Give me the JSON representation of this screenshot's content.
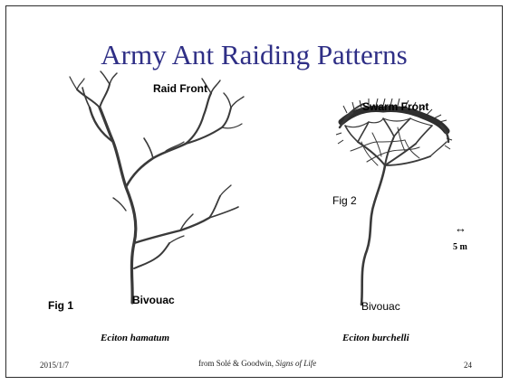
{
  "slide": {
    "title": "Army Ant Raiding Patterns",
    "fig1": {
      "front_label": "Raid Front",
      "fig_label": "Fig 1",
      "base_label": "Bivouac",
      "species": "Eciton hamatum"
    },
    "fig2": {
      "front_label": "Swarm Front",
      "fig_label": "Fig 2",
      "base_label": "Bivouac",
      "species": "Eciton burchelli"
    },
    "scale": {
      "arrow": "↔",
      "value": "5 m"
    },
    "footer": {
      "date": "2015/1/7",
      "source_prefix": "from Solé & Goodwin, ",
      "source_title": "Signs of Life",
      "page_number": "24"
    }
  }
}
